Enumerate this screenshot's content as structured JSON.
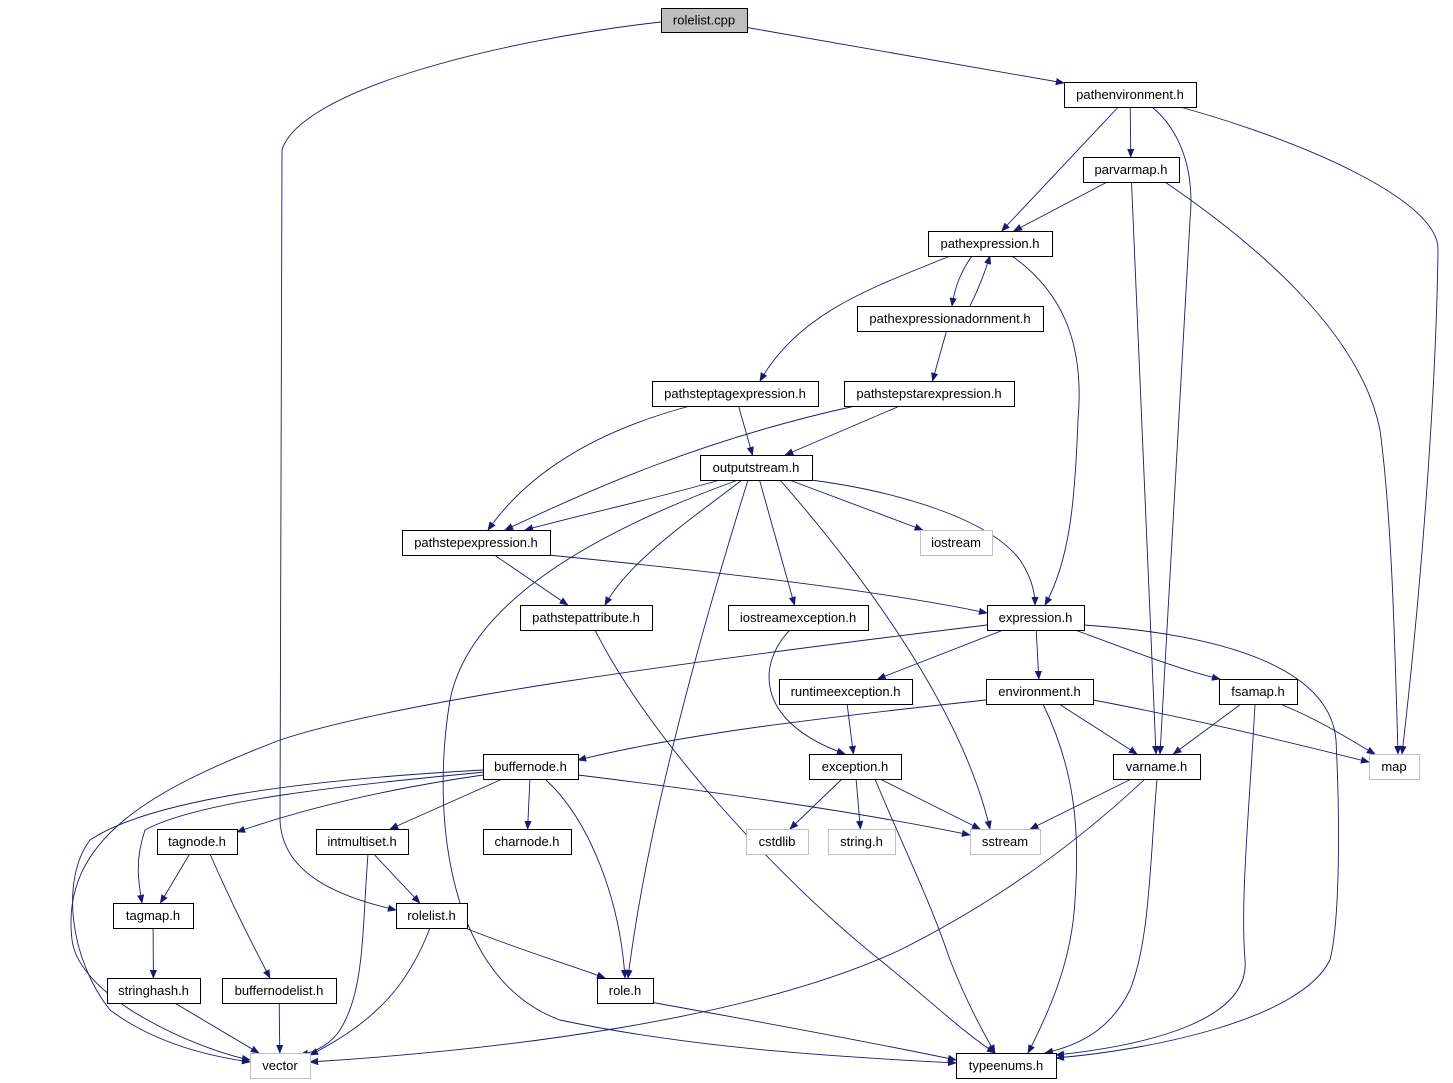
{
  "nodes": [
    {
      "id": "rolelist_cpp",
      "label": "rolelist.cpp",
      "style": "root"
    },
    {
      "id": "pathenvironment_h",
      "label": "pathenvironment.h",
      "style": "local"
    },
    {
      "id": "parvarmap_h",
      "label": "parvarmap.h",
      "style": "local"
    },
    {
      "id": "pathexpression_h",
      "label": "pathexpression.h",
      "style": "local"
    },
    {
      "id": "pathexpressionadornment_h",
      "label": "pathexpressionadornment.h",
      "style": "local"
    },
    {
      "id": "pathsteptagexpression_h",
      "label": "pathsteptagexpression.h",
      "style": "local"
    },
    {
      "id": "pathstepstarexpression_h",
      "label": "pathstepstarexpression.h",
      "style": "local"
    },
    {
      "id": "outputstream_h",
      "label": "outputstream.h",
      "style": "local"
    },
    {
      "id": "pathstepexpression_h",
      "label": "pathstepexpression.h",
      "style": "local"
    },
    {
      "id": "iostream",
      "label": "iostream",
      "style": "external"
    },
    {
      "id": "pathstepattribute_h",
      "label": "pathstepattribute.h",
      "style": "local"
    },
    {
      "id": "iostreamexception_h",
      "label": "iostreamexception.h",
      "style": "local"
    },
    {
      "id": "expression_h",
      "label": "expression.h",
      "style": "local"
    },
    {
      "id": "runtimeexception_h",
      "label": "runtimeexception.h",
      "style": "local"
    },
    {
      "id": "environment_h",
      "label": "environment.h",
      "style": "local"
    },
    {
      "id": "fsamap_h",
      "label": "fsamap.h",
      "style": "local"
    },
    {
      "id": "buffernode_h",
      "label": "buffernode.h",
      "style": "local"
    },
    {
      "id": "exception_h",
      "label": "exception.h",
      "style": "local"
    },
    {
      "id": "varname_h",
      "label": "varname.h",
      "style": "local"
    },
    {
      "id": "map",
      "label": "map",
      "style": "external"
    },
    {
      "id": "tagnode_h",
      "label": "tagnode.h",
      "style": "local"
    },
    {
      "id": "intmultiset_h",
      "label": "intmultiset.h",
      "style": "local"
    },
    {
      "id": "charnode_h",
      "label": "charnode.h",
      "style": "local"
    },
    {
      "id": "cstdlib",
      "label": "cstdlib",
      "style": "external"
    },
    {
      "id": "string_h",
      "label": "string.h",
      "style": "external"
    },
    {
      "id": "sstream",
      "label": "sstream",
      "style": "external"
    },
    {
      "id": "tagmap_h",
      "label": "tagmap.h",
      "style": "local"
    },
    {
      "id": "rolelist_h",
      "label": "rolelist.h",
      "style": "local"
    },
    {
      "id": "stringhash_h",
      "label": "stringhash.h",
      "style": "local"
    },
    {
      "id": "buffernodelist_h",
      "label": "buffernodelist.h",
      "style": "local"
    },
    {
      "id": "role_h",
      "label": "role.h",
      "style": "local"
    },
    {
      "id": "vector",
      "label": "vector",
      "style": "external"
    },
    {
      "id": "typeenums_h",
      "label": "typeenums.h",
      "style": "local"
    }
  ],
  "edges": [
    [
      "rolelist_cpp",
      "pathenvironment_h"
    ],
    [
      "rolelist_cpp",
      "rolelist_h"
    ],
    [
      "pathenvironment_h",
      "parvarmap_h"
    ],
    [
      "pathenvironment_h",
      "pathexpression_h"
    ],
    [
      "pathenvironment_h",
      "varname_h"
    ],
    [
      "pathenvironment_h",
      "map"
    ],
    [
      "parvarmap_h",
      "pathexpression_h"
    ],
    [
      "parvarmap_h",
      "varname_h"
    ],
    [
      "parvarmap_h",
      "map"
    ],
    [
      "pathexpression_h",
      "pathexpressionadornment_h"
    ],
    [
      "pathexpression_h",
      "pathsteptagexpression_h"
    ],
    [
      "pathexpression_h",
      "expression_h"
    ],
    [
      "pathexpressionadornment_h",
      "pathexpression_h"
    ],
    [
      "pathexpressionadornment_h",
      "pathstepstarexpression_h"
    ],
    [
      "pathsteptagexpression_h",
      "outputstream_h"
    ],
    [
      "pathsteptagexpression_h",
      "pathstepexpression_h"
    ],
    [
      "pathstepstarexpression_h",
      "outputstream_h"
    ],
    [
      "pathstepstarexpression_h",
      "pathstepexpression_h"
    ],
    [
      "outputstream_h",
      "pathstepexpression_h"
    ],
    [
      "outputstream_h",
      "iostream"
    ],
    [
      "outputstream_h",
      "pathstepattribute_h"
    ],
    [
      "outputstream_h",
      "iostreamexception_h"
    ],
    [
      "outputstream_h",
      "expression_h"
    ],
    [
      "outputstream_h",
      "sstream"
    ],
    [
      "outputstream_h",
      "role_h"
    ],
    [
      "outputstream_h",
      "typeenums_h"
    ],
    [
      "pathstepexpression_h",
      "pathstepattribute_h"
    ],
    [
      "pathstepexpression_h",
      "expression_h"
    ],
    [
      "pathstepattribute_h",
      "typeenums_h"
    ],
    [
      "iostreamexception_h",
      "exception_h"
    ],
    [
      "expression_h",
      "runtimeexception_h"
    ],
    [
      "expression_h",
      "environment_h"
    ],
    [
      "expression_h",
      "fsamap_h"
    ],
    [
      "expression_h",
      "vector"
    ],
    [
      "expression_h",
      "typeenums_h"
    ],
    [
      "runtimeexception_h",
      "exception_h"
    ],
    [
      "environment_h",
      "buffernode_h"
    ],
    [
      "environment_h",
      "varname_h"
    ],
    [
      "environment_h",
      "map"
    ],
    [
      "environment_h",
      "typeenums_h"
    ],
    [
      "fsamap_h",
      "varname_h"
    ],
    [
      "fsamap_h",
      "map"
    ],
    [
      "fsamap_h",
      "typeenums_h"
    ],
    [
      "buffernode_h",
      "tagnode_h"
    ],
    [
      "buffernode_h",
      "intmultiset_h"
    ],
    [
      "buffernode_h",
      "charnode_h"
    ],
    [
      "buffernode_h",
      "sstream"
    ],
    [
      "buffernode_h",
      "role_h"
    ],
    [
      "buffernode_h",
      "tagmap_h"
    ],
    [
      "buffernode_h",
      "vector"
    ],
    [
      "exception_h",
      "cstdlib"
    ],
    [
      "exception_h",
      "string_h"
    ],
    [
      "exception_h",
      "sstream"
    ],
    [
      "exception_h",
      "typeenums_h"
    ],
    [
      "varname_h",
      "sstream"
    ],
    [
      "varname_h",
      "vector"
    ],
    [
      "varname_h",
      "typeenums_h"
    ],
    [
      "tagnode_h",
      "tagmap_h"
    ],
    [
      "tagnode_h",
      "buffernodelist_h"
    ],
    [
      "intmultiset_h",
      "rolelist_h"
    ],
    [
      "intmultiset_h",
      "vector"
    ],
    [
      "tagmap_h",
      "stringhash_h"
    ],
    [
      "rolelist_h",
      "role_h"
    ],
    [
      "rolelist_h",
      "vector"
    ],
    [
      "stringhash_h",
      "vector"
    ],
    [
      "buffernodelist_h",
      "vector"
    ],
    [
      "role_h",
      "typeenums_h"
    ]
  ],
  "colors": {
    "edge": "#191970",
    "root_fill": "#bfbfbf",
    "local_border": "#000000",
    "external_border": "#bfbfbf",
    "background": "#ffffff"
  }
}
